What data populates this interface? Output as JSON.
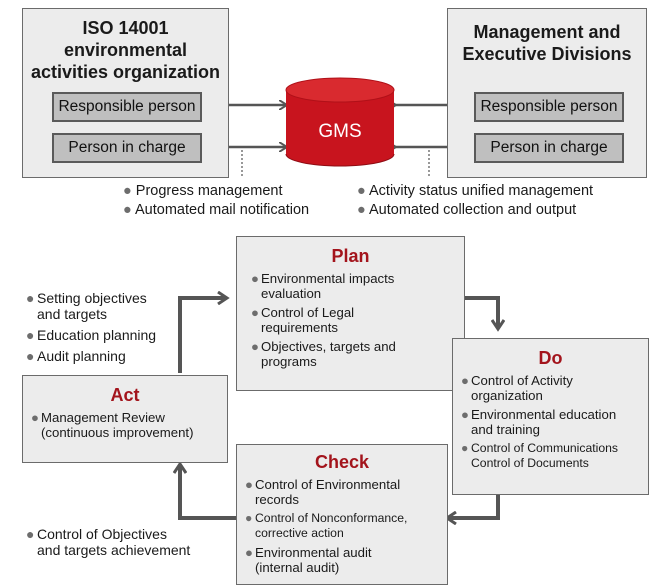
{
  "org_left": {
    "title_lines": [
      "ISO 14001",
      "environmental",
      "activities organization"
    ],
    "role1": "Responsible person",
    "role2": "Person in charge"
  },
  "org_right": {
    "title_lines": [
      "Management and",
      "Executive Divisions"
    ],
    "role1": "Responsible person",
    "role2": "Person in charge"
  },
  "gms_label": "GMS",
  "gms_notes_left": [
    "Progress management",
    "Automated mail notification"
  ],
  "gms_notes_right": [
    "Activity status unified management",
    "Automated collection and output"
  ],
  "bullet_char": "●",
  "plan": {
    "title": "Plan",
    "items": [
      [
        "Environmental impacts",
        "evaluation"
      ],
      [
        "Control of Legal",
        "requirements"
      ],
      [
        "Objectives, targets and",
        "programs"
      ]
    ]
  },
  "do": {
    "title": "Do",
    "items": [
      [
        "Control of Activity",
        "organization"
      ],
      [
        "Environmental education",
        "and training"
      ],
      [
        "Control of Communications",
        "Control of Documents"
      ]
    ]
  },
  "check": {
    "title": "Check",
    "items": [
      [
        "Control of Environmental",
        "records"
      ],
      [
        "Control of Nonconformance,",
        "corrective action"
      ],
      [
        "Environmental audit",
        "(internal audit)"
      ]
    ]
  },
  "act": {
    "title": "Act",
    "items": [
      [
        "Management Review",
        "(continuous improvement)"
      ]
    ]
  },
  "act_plan_notes": [
    [
      "Setting objectives",
      "and targets"
    ],
    [
      "Education planning"
    ],
    [
      "Audit planning"
    ]
  ],
  "check_act_notes": [
    [
      "Control of Objectives",
      "and targets achievement"
    ]
  ],
  "colors": {
    "accent_red": "#a3141c",
    "box_fill": "#ececec",
    "role_fill": "#bfbfbf",
    "arrow": "#555555"
  }
}
